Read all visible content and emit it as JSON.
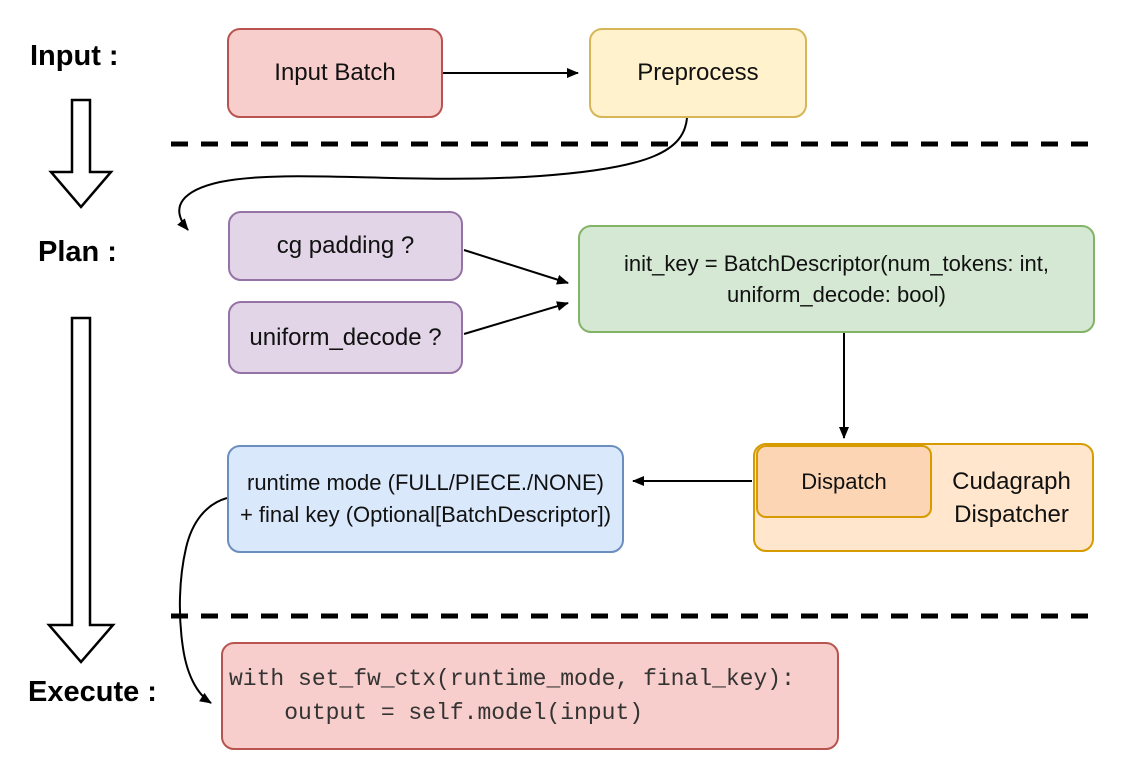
{
  "palette": {
    "pink_fill": "#f8cecc",
    "pink_stroke": "#b85450",
    "yellow_fill": "#fff2cc",
    "yellow_stroke": "#d6b656",
    "purple_fill": "#e1d5e7",
    "purple_stroke": "#9673a6",
    "green_fill": "#d5e8d4",
    "green_stroke": "#82b366",
    "orange_fill": "#ffe6cc",
    "orange_stroke": "#d79b00",
    "dispatch_fill": "#fcd5b4",
    "blue_fill": "#dae8fc",
    "blue_stroke": "#6c8ebf",
    "line_color": "#000000"
  },
  "stages": {
    "input": "Input :",
    "plan": "Plan :",
    "execute": "Execute :"
  },
  "nodes": {
    "input_batch": "Input Batch",
    "preprocess": "Preprocess",
    "cg_padding": "cg padding ?",
    "uniform_decode": "uniform_decode ?",
    "init_key_line1": "init_key = BatchDescriptor(num_tokens: int,",
    "init_key_line2": "uniform_decode: bool)",
    "dispatch": "Dispatch",
    "dispatcher_line1": "Cudagraph",
    "dispatcher_line2": "Dispatcher",
    "runtime_line1": "runtime mode (FULL/PIECE./NONE)",
    "runtime_line2": "+ final key (Optional[BatchDescriptor])",
    "code_line1": "with set_fw_ctx(runtime_mode, final_key):",
    "code_line2": "    output = self.model(input)"
  }
}
